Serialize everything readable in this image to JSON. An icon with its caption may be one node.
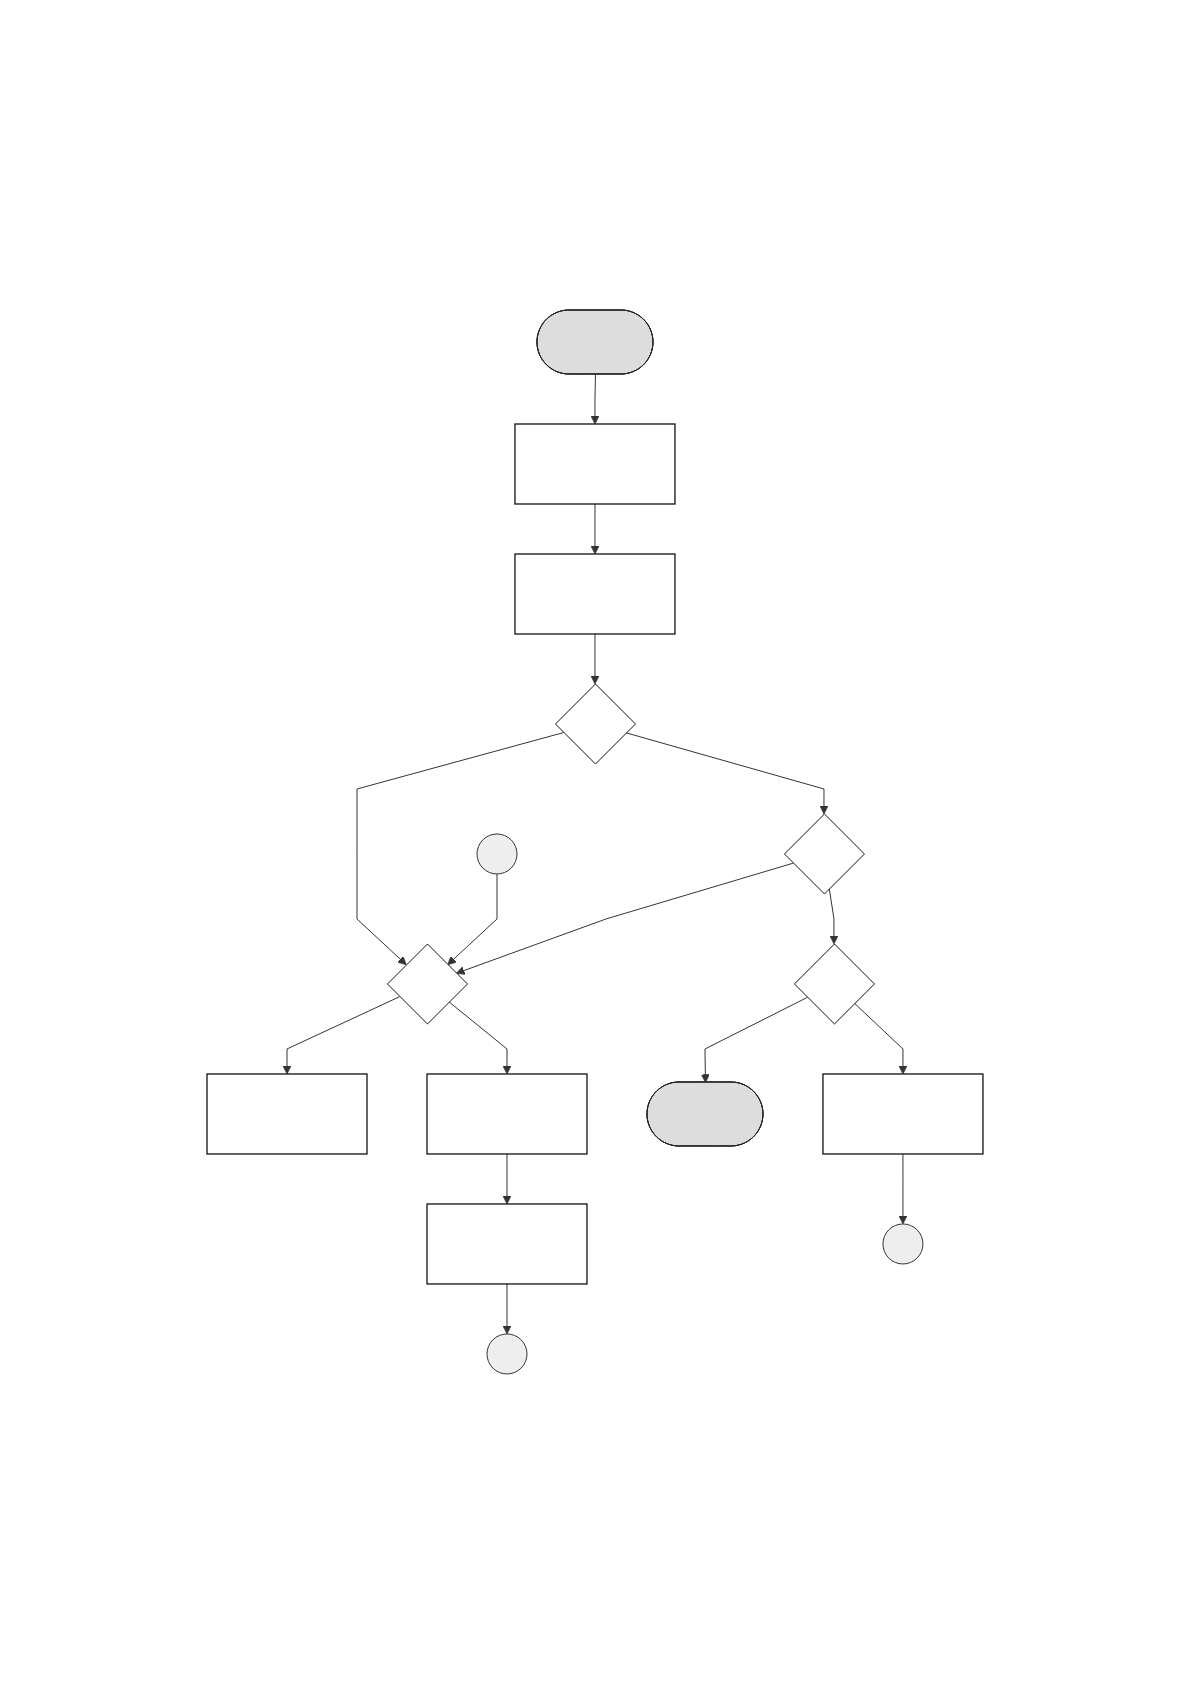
{
  "diagram": {
    "nodes": [
      {
        "text": [],
        "shape": "stadium"
      },
      {
        "text": [],
        "shape": "box"
      },
      {
        "text": [],
        "shape": "box"
      },
      {
        "text": [],
        "shape": "box"
      },
      {
        "text": [],
        "shape": "diamond"
      },
      {
        "text": [],
        "shape": "circle"
      },
      {
        "text": [],
        "shape": "diamond"
      },
      {
        "text": [],
        "shape": "diamond"
      },
      {
        "text": [],
        "shape": "box"
      },
      {
        "text": [],
        "shape": "diamond"
      },
      {
        "text": [],
        "shape": "stadium"
      },
      {
        "text": [],
        "shape": "box"
      },
      {
        "text": [],
        "shape": "box"
      },
      {
        "text": [],
        "shape": "circle"
      },
      {
        "text": [],
        "shape": "circle"
      }
    ],
    "edges": [
      {
        "from": 0,
        "to": 2,
        "arrow": "to"
      },
      {
        "from": 2,
        "to": 3,
        "arrow": "to"
      },
      {
        "from": 3,
        "to": 4,
        "arrow": "to"
      },
      {
        "from": 4,
        "to": 6,
        "arrow": "to"
      },
      {
        "from": 5,
        "to": 6,
        "arrow": "to"
      },
      {
        "from": 7,
        "to": 6,
        "arrow": "to"
      },
      {
        "from": 6,
        "to": 1,
        "arrow": "to"
      },
      {
        "from": 4,
        "to": 7,
        "arrow": "to"
      },
      {
        "from": 7,
        "to": 9,
        "arrow": "to"
      },
      {
        "from": 9,
        "to": 10,
        "arrow": "to"
      },
      {
        "from": 9,
        "to": 11,
        "arrow": "to"
      },
      {
        "from": 6,
        "to": 8,
        "arrow": "to"
      },
      {
        "from": 8,
        "to": 12,
        "arrow": "to"
      },
      {
        "from": 12,
        "to": 13,
        "arrow": "to"
      },
      {
        "from": 11,
        "to": 14,
        "arrow": "to"
      }
    ]
  }
}
